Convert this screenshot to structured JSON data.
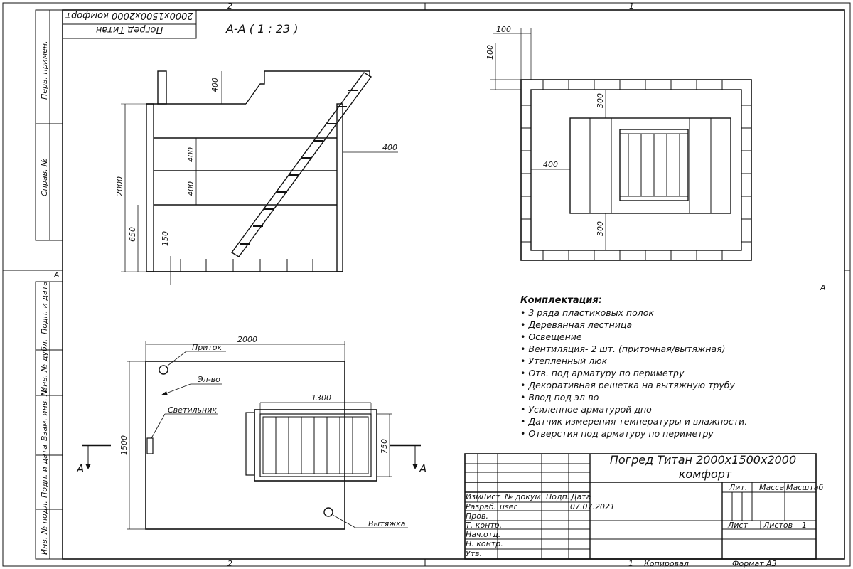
{
  "sheet": {
    "frame_top_left_num": "2",
    "frame_top_right_num": "1",
    "frame_bottom_left_num": "2",
    "frame_bottom_right_num": "1",
    "zone_left": "A",
    "zone_right": "A",
    "stamp_mirrored": {
      "line1": "Погред Титан",
      "line2": "2000x1500x2000 комфорт"
    },
    "side_column": [
      "Перв. примен.",
      "Справ. №",
      "Подп. и дата",
      "Инв. № дубл.",
      "Взам. инв. №",
      "Подп. и дата",
      "Инв. № подл."
    ]
  },
  "section_view": {
    "title": "А-А ( 1 : 23 )",
    "dims": {
      "d400a": "400",
      "d400b": "400",
      "d400c": "400",
      "d400d": "400",
      "d2000": "2000",
      "d650": "650",
      "d150": "150"
    }
  },
  "top_view": {
    "dims": {
      "d100a": "100",
      "d100b": "100",
      "d300a": "300",
      "d300b": "300",
      "d400": "400"
    }
  },
  "plan_view": {
    "dims": {
      "d2000": "2000",
      "d1300": "1300",
      "d1500": "1500",
      "d750": "750"
    },
    "labels": {
      "inlet": "Приток",
      "power": "Эл-во",
      "lamp": "Светильник",
      "exhaust": "Вытяжка",
      "cut_left": "А",
      "cut_right": "А"
    }
  },
  "spec": {
    "heading": "Комплектация:",
    "items": [
      "3 ряда пластиковых полок",
      "Деревянная лестница",
      "Освещение",
      "Вентиляция- 2 шт. (приточная/вытяжная)",
      "Утепленный люк",
      "Отв. под арматуру по периметру",
      "Декоративная решетка на вытяжную трубу",
      "Ввод под эл-во",
      "Усиленное арматурой дно",
      "Датчик измерения температуры и влажности.",
      "Отверстия под арматуру по периметру"
    ]
  },
  "title_block": {
    "title_line1": "Погред Титан 2000x1500x2000",
    "title_line2": "комфорт",
    "headers": {
      "izm": "Изм.",
      "list": "Лист",
      "doc": "№ докум.",
      "sign": "Подп.",
      "date": "Дата"
    },
    "rows": {
      "razrab": "Разраб.",
      "prov": "Пров.",
      "tkontr": "Т. контр.",
      "nachotd": "Нач.отд.",
      "nkontr": "Н. контр.",
      "utv": "Утв."
    },
    "user": "user",
    "date_value": "07.07.2021",
    "lit": "Лит.",
    "massa": "Масса",
    "masshtab": "Масштаб",
    "list_label": "Лист",
    "listov_label": "Листов",
    "listov_value": "1",
    "footer_num": "1",
    "copied": "Копировал",
    "format": "Формат А3"
  }
}
